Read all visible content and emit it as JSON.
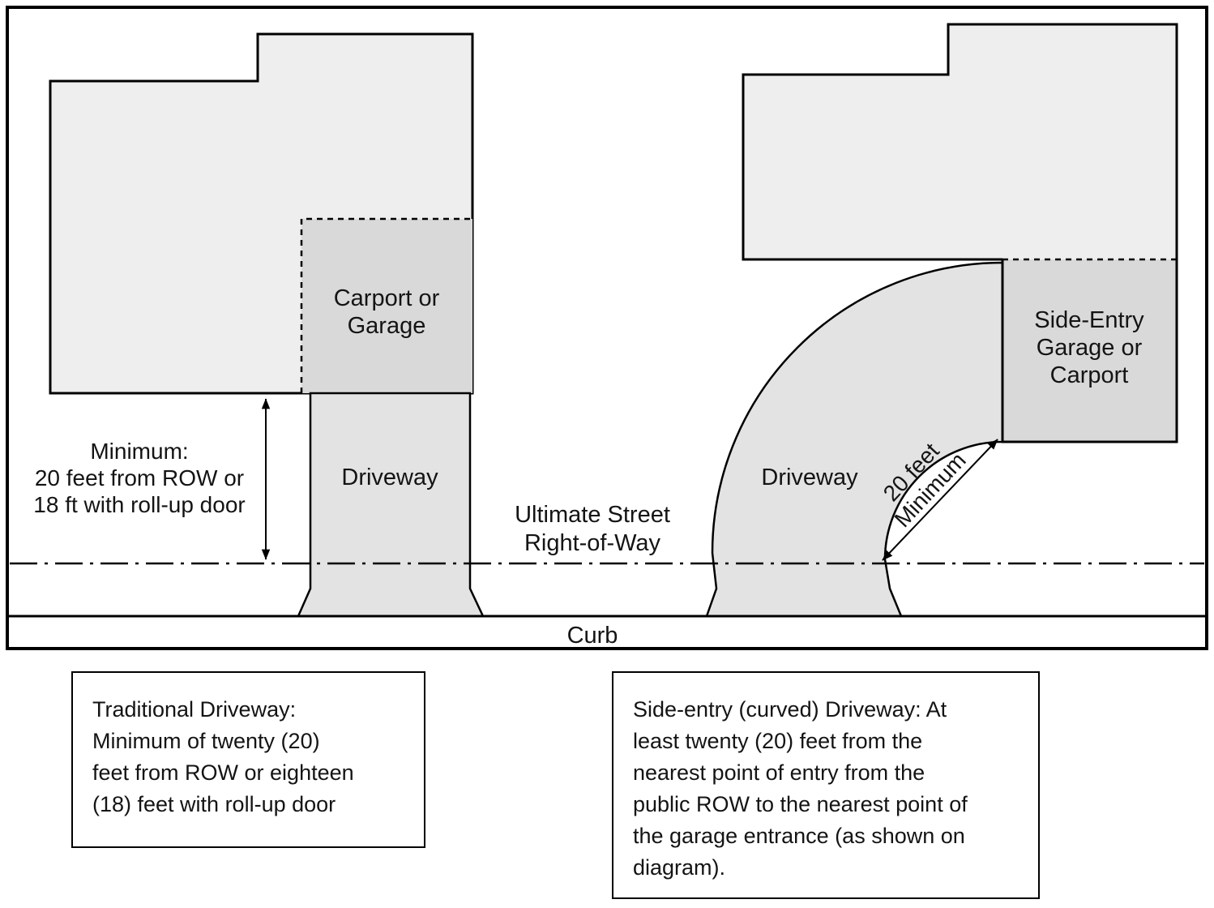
{
  "colors": {
    "background": "#ffffff",
    "line": "#000000",
    "house_fill": "#eeeeee",
    "garage_fill": "#d9d9d9",
    "driveway_fill": "#e3e3e3"
  },
  "diagram": {
    "row_label": {
      "line1": "Ultimate Street",
      "line2": "Right-of-Way"
    },
    "curb_label": "Curb",
    "left_lot": {
      "garage_label": {
        "line1": "Carport or",
        "line2": "Garage"
      },
      "driveway_label": "Driveway",
      "setback_note": {
        "line1": "Minimum:",
        "line2": "20 feet from ROW or",
        "line3": "18 ft with roll-up door"
      }
    },
    "right_lot": {
      "garage_label": {
        "line1": "Side-Entry",
        "line2": "Garage or",
        "line3": "Carport"
      },
      "driveway_label": "Driveway",
      "setback_note": {
        "line1": "20 feet",
        "line2": "Minimum"
      }
    }
  },
  "captions": {
    "traditional": {
      "lines": [
        "Traditional Driveway:",
        "Minimum of twenty (20)",
        "feet from ROW or eighteen",
        "(18) feet with roll-up door"
      ]
    },
    "side_entry": {
      "lines": [
        "Side-entry (curved) Driveway: At",
        "least twenty (20) feet from the",
        "nearest point of entry from the",
        "public ROW to the nearest point of",
        "the garage entrance (as shown on",
        "diagram)."
      ]
    }
  }
}
